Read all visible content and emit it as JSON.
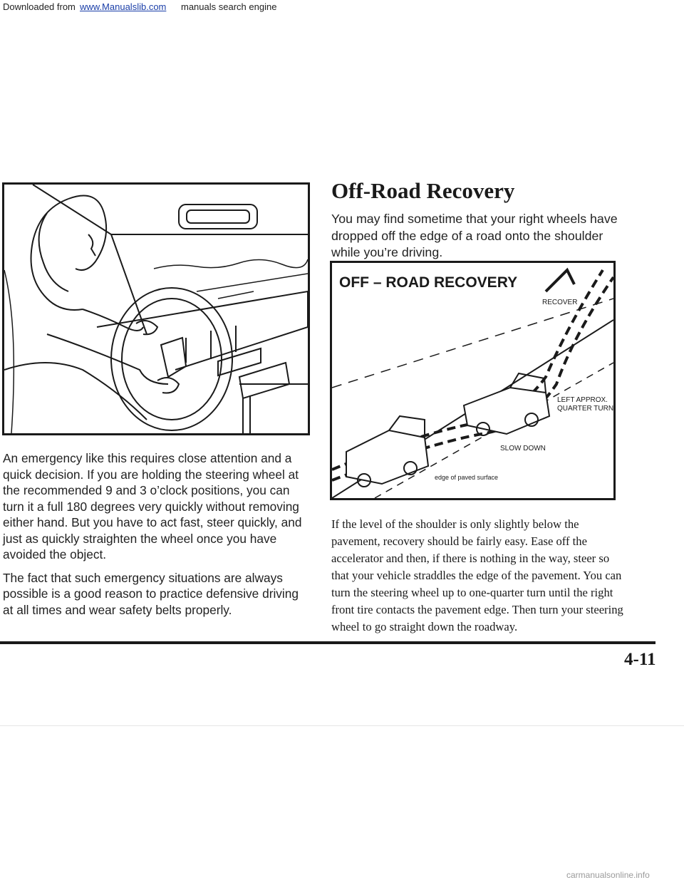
{
  "header": {
    "prefix": "Downloaded from ",
    "link": "www.Manualslib.com",
    "suffix": " manuals search engine"
  },
  "section": {
    "title": "Off-Road Recovery",
    "intro": "You may find sometime that your right wheels have dropped off the edge of a road onto the shoulder while you’re driving."
  },
  "diagram": {
    "title": "OFF – ROAD RECOVERY",
    "labels": {
      "recover": "RECOVER",
      "left_turn_line1": "LEFT APPROX.",
      "left_turn_line2": "QUARTER TURN",
      "slow_down": "SLOW DOWN",
      "edge": "edge of paved surface"
    }
  },
  "left_column": {
    "paragraph1": "An emergency like this requires close attention and a quick decision. If you are holding the steering wheel at the recommended 9 and 3 o’clock positions, you can turn it a full 180 degrees very quickly without removing either hand. But you have to act fast, steer quickly, and just as quickly straighten the wheel once you have avoided the object.",
    "paragraph2": "The fact that such emergency situations are always possible is a good reason to practice defensive driving at all times and wear safety belts properly."
  },
  "right_column": {
    "paragraph": "If the level of the shoulder is only slightly below the pavement, recovery should be fairly easy. Ease off the accelerator and then, if there is nothing in the way, steer so that your vehicle straddles the edge of the pavement. You can turn the steering wheel up to one-quarter turn until the right front tire contacts the pavement edge. Then turn your steering wheel to go straight down the roadway."
  },
  "footer": {
    "page_number": "4-11",
    "watermark": "carmanualsonline.info"
  },
  "colors": {
    "text": "#1a1a1a",
    "link": "#1a3ea8"
  }
}
